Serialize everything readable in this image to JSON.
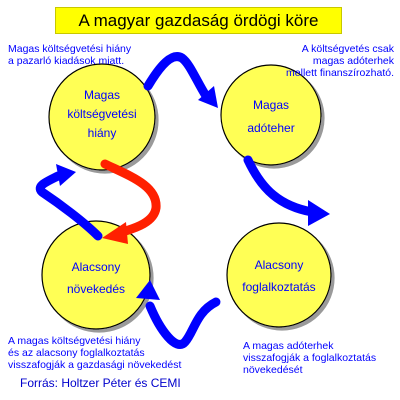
{
  "title": "A magyar gazdaság ördögi köre",
  "nodes": {
    "top_left": [
      "Magas",
      "költségvetési",
      "hiány"
    ],
    "top_right": [
      "Magas",
      "adóteher"
    ],
    "bottom_right": [
      "Alacsony",
      "foglalkoztatás"
    ],
    "bottom_left": [
      "Alacsony",
      "növekedés"
    ]
  },
  "notes": {
    "top_left": [
      "Magas költségvetési hiány",
      "a pazarló kiadások miatt."
    ],
    "top_right": [
      "A költségvetés csak",
      "magas adóterhek",
      "mellett finanszírozható."
    ],
    "bottom_left": [
      "A magas költségvetési hiány",
      "és az alacsony foglalkoztatás",
      "visszafogják a gazdasági növekedést"
    ],
    "bottom_right": [
      "A magas adóterhek",
      "visszafogják a foglalkoztatás",
      "növekedését"
    ]
  },
  "source": "Forrás: Holtzer Péter és CEMI",
  "colors": {
    "title_bg": "#ffff00",
    "node_fill": "#ffff55",
    "arrow_blue": "#0000ff",
    "arrow_red": "#ff2000",
    "note_text": "#0000ff"
  }
}
